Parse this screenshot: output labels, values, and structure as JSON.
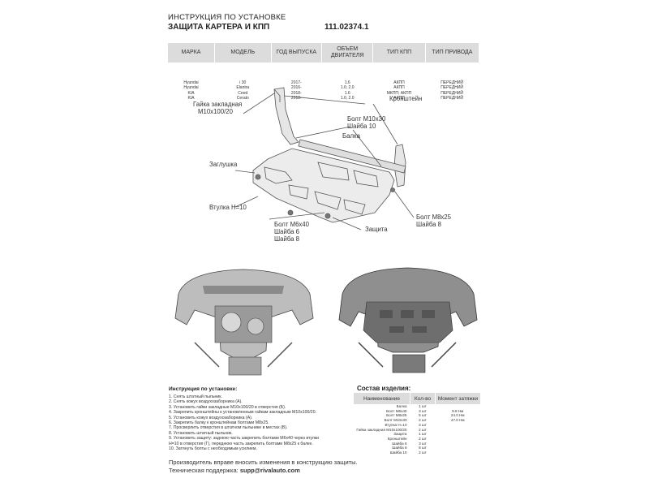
{
  "header": {
    "line1": "ИНСТРУКЦИЯ ПО УСТАНОВКЕ",
    "line2": "ЗАЩИТА КАРТЕРА И КПП",
    "code": "111.02374.1"
  },
  "models_table": {
    "headers": [
      "МАРКА",
      "МОДЕЛЬ",
      "ГОД ВЫПУСКА",
      "ОБЪЕМ ДВИГАТЕЛЯ",
      "ТИП КПП",
      "ТИП ПРИВОДА"
    ],
    "columns": [
      [
        "Hyundai",
        "Hyundai",
        "KIA",
        "KIA"
      ],
      [
        "i 30",
        "Elantra",
        "Ceed",
        "Cerato"
      ],
      [
        "2017-",
        "2016-",
        "2018-",
        "2018-"
      ],
      [
        "1.6",
        "1.6; 2.0",
        "1.6",
        "1.6; 2.0"
      ],
      [
        "АКПП",
        "АКПП",
        "МКПП; АКПП",
        "АКПП"
      ],
      [
        "ПЕРЕДНИЙ",
        "ПЕРЕДНИЙ",
        "ПЕРЕДНИЙ",
        "ПЕРЕДНИЙ"
      ]
    ]
  },
  "diagram_labels": {
    "nut_line1": "Гайка закладная",
    "nut_line2": "М10х100/20",
    "bracket": "Кронштейн",
    "bolt_m10_line1": "Болт М10х30",
    "bolt_m10_line2": "Шайба 10",
    "beam": "Балка",
    "plug": "Заглушка",
    "bushing": "Втулка Н=10",
    "bolt_m6_line1": "Болт М6х40",
    "bolt_m6_line2": "Шайба 6",
    "bolt_m6_line3": "Шайба 8",
    "protection": "Защита",
    "bolt_m8_line1": "Болт М8х25",
    "bolt_m8_line2": "Шайба 8"
  },
  "instructions": {
    "title": "Инструкция по установке:",
    "steps": [
      "1. Снять штатный пыльник.",
      "2. Снять кожух воздухозаборника (А).",
      "3. Установить гайки закладные М10х100/20 в отверстия (Б).",
      "4. Закрепить кронштейны к установленным гайкам закладным М10х100/20.",
      "5. Установить кожух воздухозаборника (А).",
      "6. Закрепить балку к кронштейнам болтами М8х25.",
      "7. Просверлить отверстия в штатном пыльнике в местах (В).",
      "8. Установить штатный пыльник.",
      "9. Установить защиту: заднюю часть закрепить болтами М6х40 через втулки",
      "Н=10 в отверстия (Г), переднюю часть закрепить болтами М8х25 к балке.",
      "10. Затянуть болты с необходимым усилием."
    ]
  },
  "composition": {
    "title": "Состав изделия:",
    "headers": [
      "Наименование",
      "Кол-во",
      "Момент затяжки"
    ],
    "rows": [
      [
        "Балка",
        "1 шт",
        ""
      ],
      [
        "Болт М6х40",
        "3 шт",
        "9.8 Нм"
      ],
      [
        "Болт М8х25",
        "5 шт",
        "24.0 Нм"
      ],
      [
        "Болт М10х30",
        "2 шт",
        "47.0 Нм"
      ],
      [
        "Втулка Н=10",
        "3 шт",
        ""
      ],
      [
        "Гайка закладная М10х100/20",
        "2 шт",
        ""
      ],
      [
        "Защита",
        "1 шт",
        ""
      ],
      [
        "Кронштейн",
        "2 шт",
        ""
      ],
      [
        "Шайба 6",
        "3 шт",
        ""
      ],
      [
        "Шайба 8",
        "8 шт",
        ""
      ],
      [
        "Шайба 10",
        "2 шт",
        ""
      ]
    ]
  },
  "footer": {
    "line1": "Производитель вправе вносить изменения в конструкцию защиты.",
    "support_label": "Техническая поддержка: ",
    "support_email": "supp@rivalauto.com"
  }
}
